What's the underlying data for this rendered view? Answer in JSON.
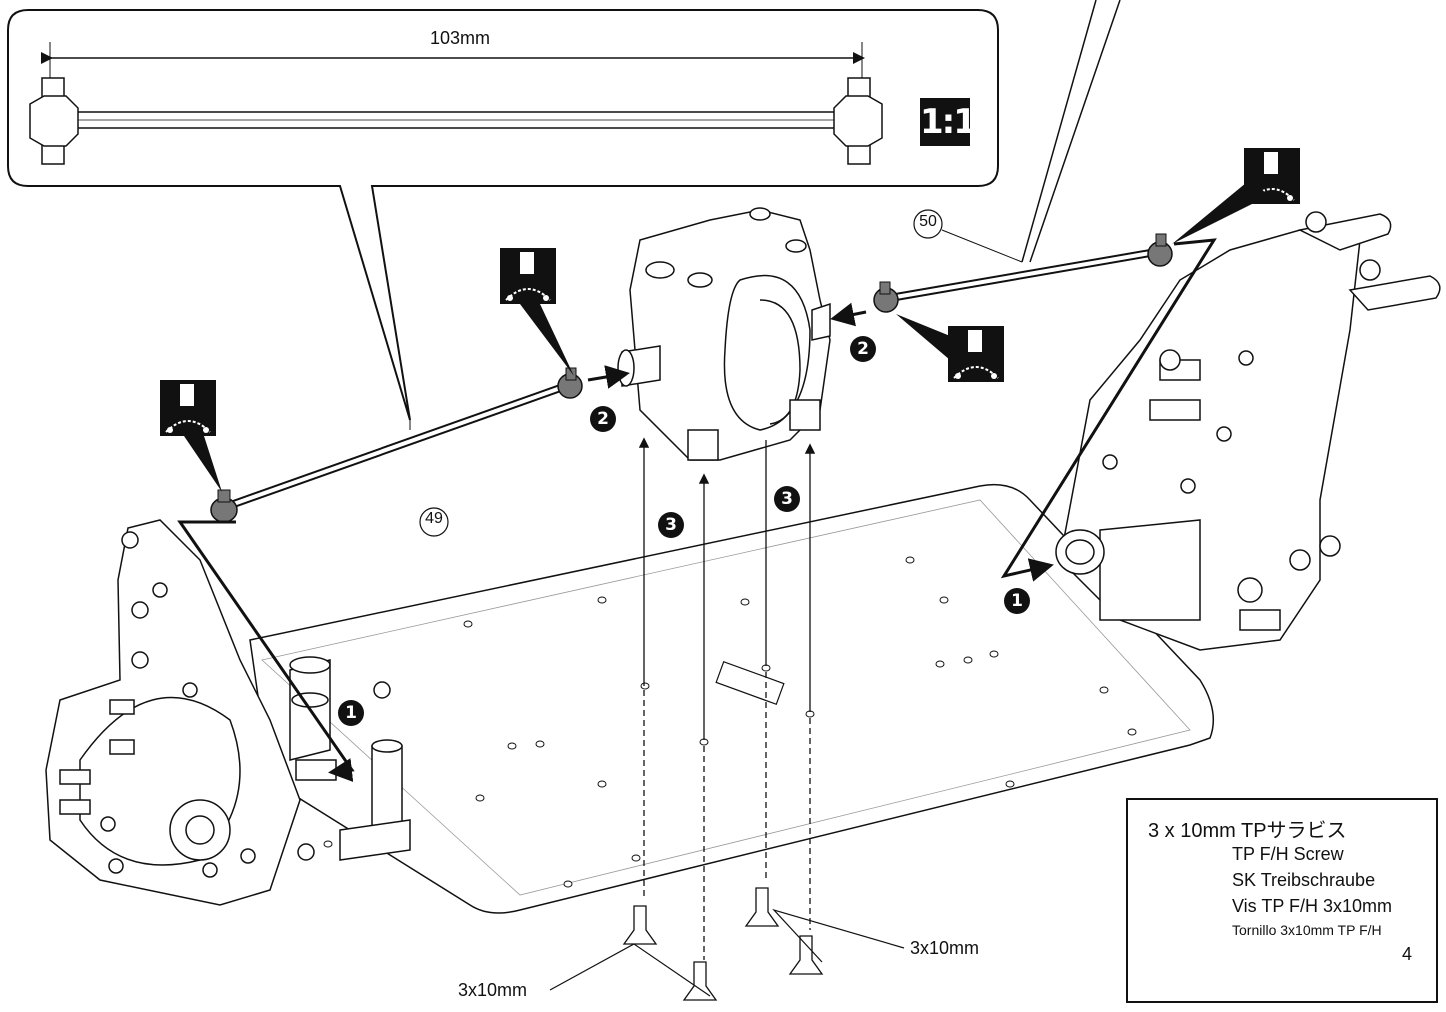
{
  "callout": {
    "shaft_length": "103mm",
    "scale": "1:1"
  },
  "parts": {
    "shaft_49": "49",
    "shaft_50": "50"
  },
  "steps": {
    "step1": "1",
    "step2": "2",
    "step3": "3"
  },
  "screw_labels": {
    "left": "3x10mm",
    "right": "3x10mm"
  },
  "screw_box": {
    "line1": "3 x 10mm  TPサラビス",
    "line2": "TP F/H Screw",
    "line3": "SK Treibschraube",
    "line4": "Vis TP F/H 3x10mm",
    "line5": "Tornillo 3x10mm TP F/H",
    "quantity": "4"
  },
  "icons": [
    "grease-icon",
    "screw-icon",
    "shaft-icon",
    "gearbox-icon",
    "chassis-plate"
  ]
}
